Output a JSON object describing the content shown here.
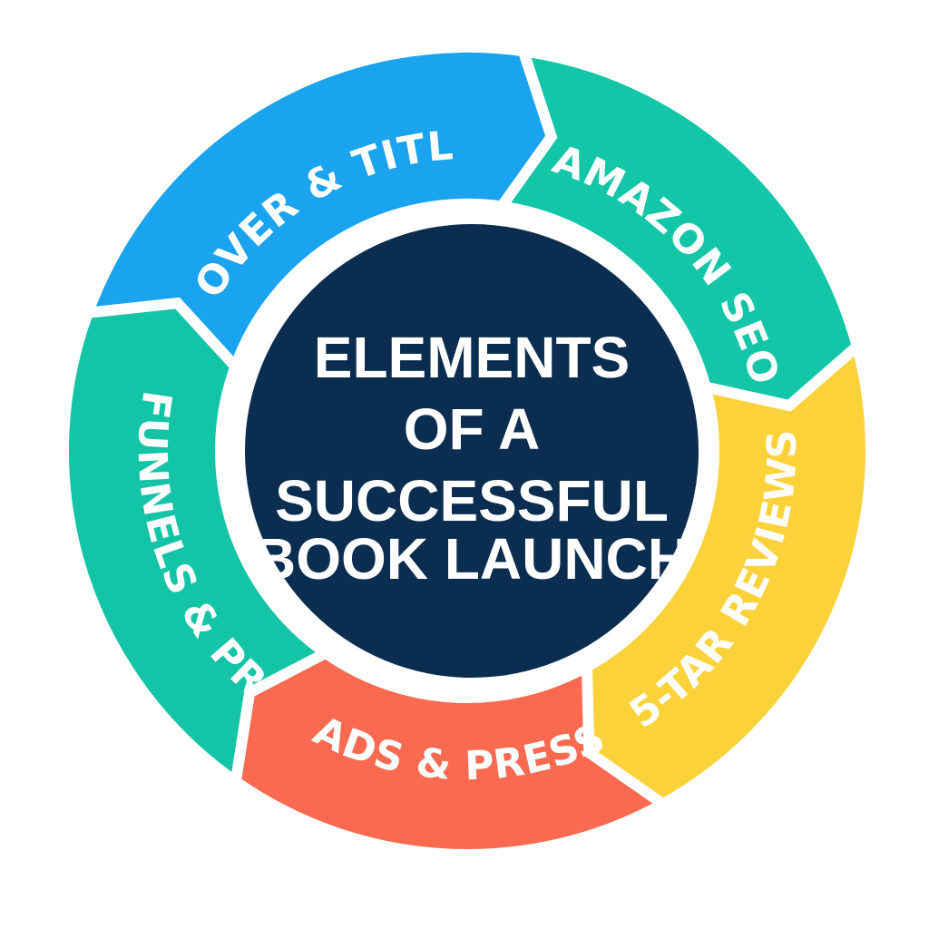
{
  "title_lines": [
    "ELEMENTS",
    "OF A",
    "SUCCESSFUL",
    "BOOK LAUNCH"
  ],
  "segments": [
    {
      "label": "COVER & TITLE",
      "color": "#1aa3ef"
    },
    {
      "label": "AMAZON SEO",
      "color": "#13c6a8"
    },
    {
      "label": "5-TAR REVIEWS",
      "color": "#fcd23a"
    },
    {
      "label": "ADS & PRESS",
      "color": "#f96a50"
    },
    {
      "label": "FUNNELS & PR",
      "color": "#14c4a6"
    }
  ],
  "colors": {
    "center": "#0b2d4f",
    "separator": "#ffffff"
  }
}
